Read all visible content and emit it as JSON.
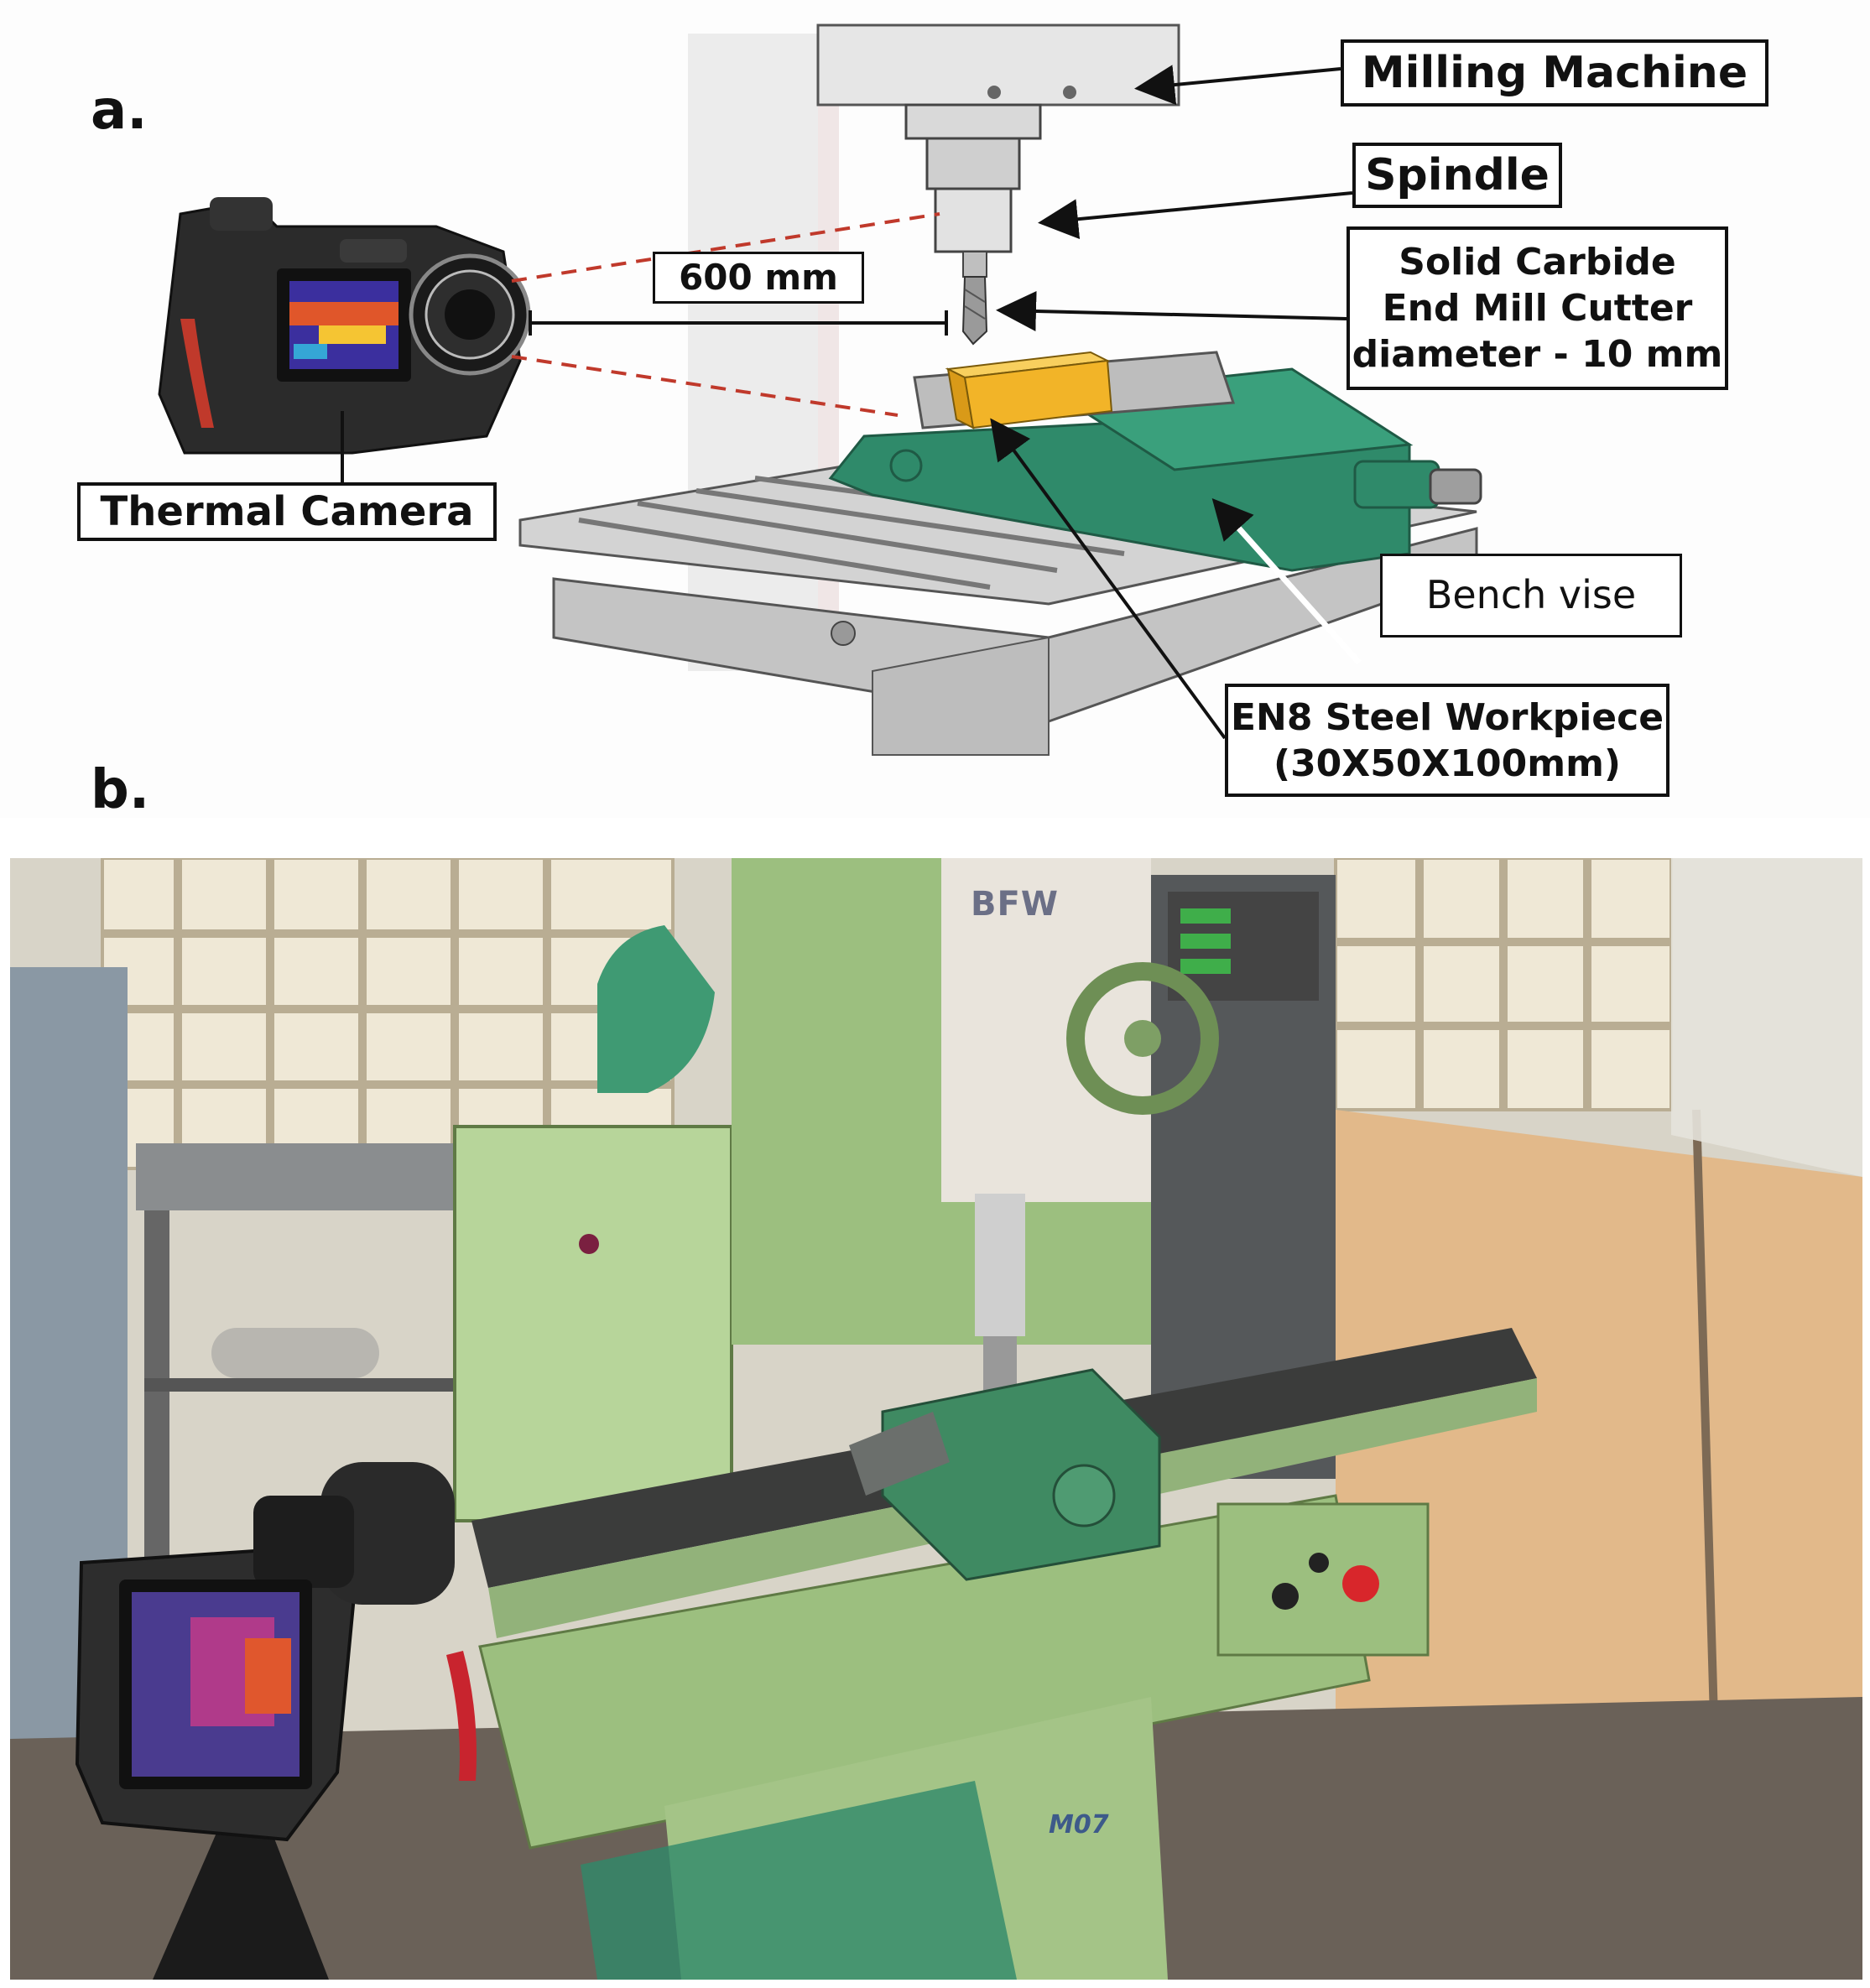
{
  "panel_a": {
    "letter": "a.",
    "labels": {
      "milling_machine": "Milling Machine",
      "spindle": "Spindle",
      "cutter": [
        "Solid Carbide",
        "End Mill Cutter",
        "diameter - 10 mm"
      ],
      "distance": "600 mm",
      "thermal_camera": "Thermal Camera",
      "bench_vise": "Bench vise",
      "workpiece": [
        "EN8 Steel Workpiece",
        "(30X50X100mm)"
      ]
    },
    "colors": {
      "vise": "#2f8a6a",
      "workpiece": "#f2b428",
      "camera_body": "#2b2b2b",
      "camera_accent": "#c0392b",
      "sightline": "#c0392b"
    }
  },
  "panel_b": {
    "letter": "b.",
    "machine_logo": "BFW",
    "machine_plate": "M07",
    "colors": {
      "machine": "#9cbf7f",
      "vise": "#3f8a62",
      "wall_panel": "#e2b98a",
      "floor": "#6a6158"
    }
  }
}
